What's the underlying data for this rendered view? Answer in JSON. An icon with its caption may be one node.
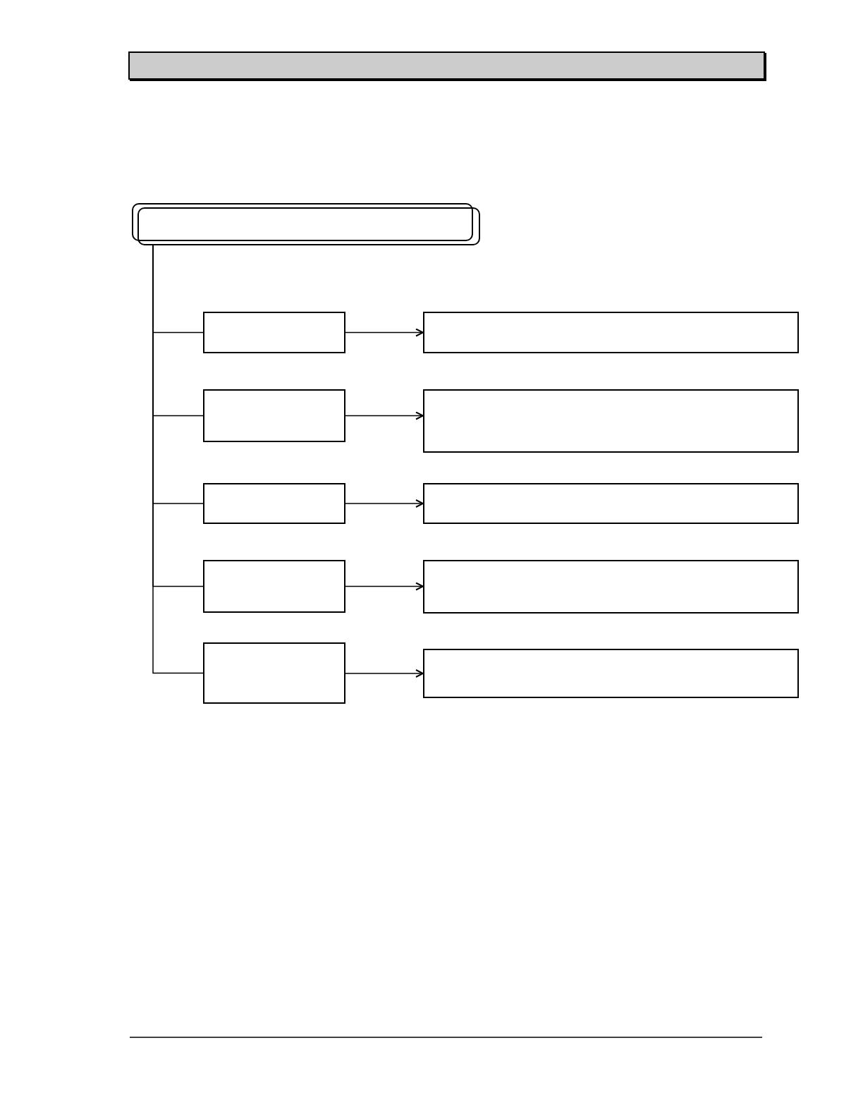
{
  "diagram": {
    "nodes": [
      {
        "text": [],
        "shape": "bar"
      },
      {
        "text": [],
        "shape": "box"
      },
      {
        "text": [],
        "shape": "box"
      },
      {
        "text": [],
        "shape": "box"
      },
      {
        "text": [],
        "shape": "box"
      },
      {
        "text": [],
        "shape": "box"
      },
      {
        "text": [],
        "shape": "box"
      },
      {
        "text": [],
        "shape": "box"
      },
      {
        "text": [],
        "shape": "box"
      },
      {
        "text": [],
        "shape": "box"
      },
      {
        "text": [],
        "shape": "box"
      },
      {
        "text": [],
        "shape": "box"
      }
    ],
    "edges": [
      {
        "from": 1,
        "to": 2,
        "arrow": "none"
      },
      {
        "from": 1,
        "to": 3,
        "arrow": "none"
      },
      {
        "from": 1,
        "to": 4,
        "arrow": "none"
      },
      {
        "from": 1,
        "to": 5,
        "arrow": "none"
      },
      {
        "from": 1,
        "to": 6,
        "arrow": "none"
      },
      {
        "from": 2,
        "to": 7,
        "arrow": "to"
      },
      {
        "from": 3,
        "to": 8,
        "arrow": "to"
      },
      {
        "from": 4,
        "to": 9,
        "arrow": "to"
      },
      {
        "from": 5,
        "to": 10,
        "arrow": "to"
      },
      {
        "from": 6,
        "to": 11,
        "arrow": "to"
      }
    ]
  }
}
